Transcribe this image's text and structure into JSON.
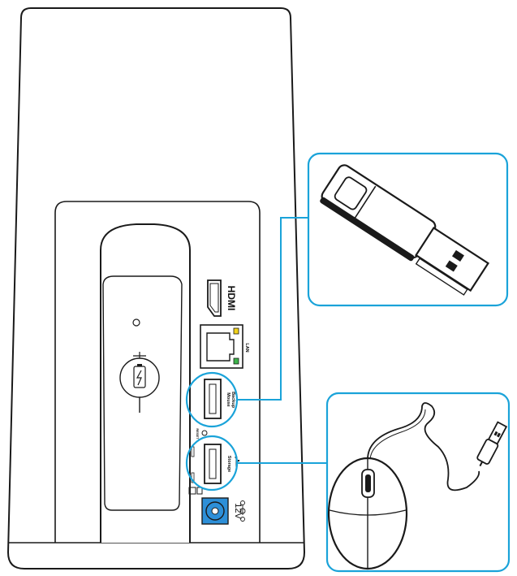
{
  "port_labels": {
    "hdmi": "HDMI",
    "lan": "LAN",
    "usb_upper_line1": "Mouse",
    "usb_upper_line2": "Backup",
    "usb_lower": "Storage",
    "reset": "RESET",
    "power_voltage": "12V"
  },
  "colors": {
    "callout": "#1aa3d9",
    "dc_jack": "#2d8fd8",
    "lan_led_yellow": "#f2d31c",
    "lan_led_green": "#3cb34a",
    "outline": "#1a1a1a"
  },
  "icons": {
    "battery": "battery-charging-icon",
    "usb_symbol": "usb-symbol-icon",
    "dc_polarity": "dc-polarity-icon"
  },
  "peripherals": {
    "upper": "usb-flash-drive",
    "lower": "usb-mouse"
  }
}
